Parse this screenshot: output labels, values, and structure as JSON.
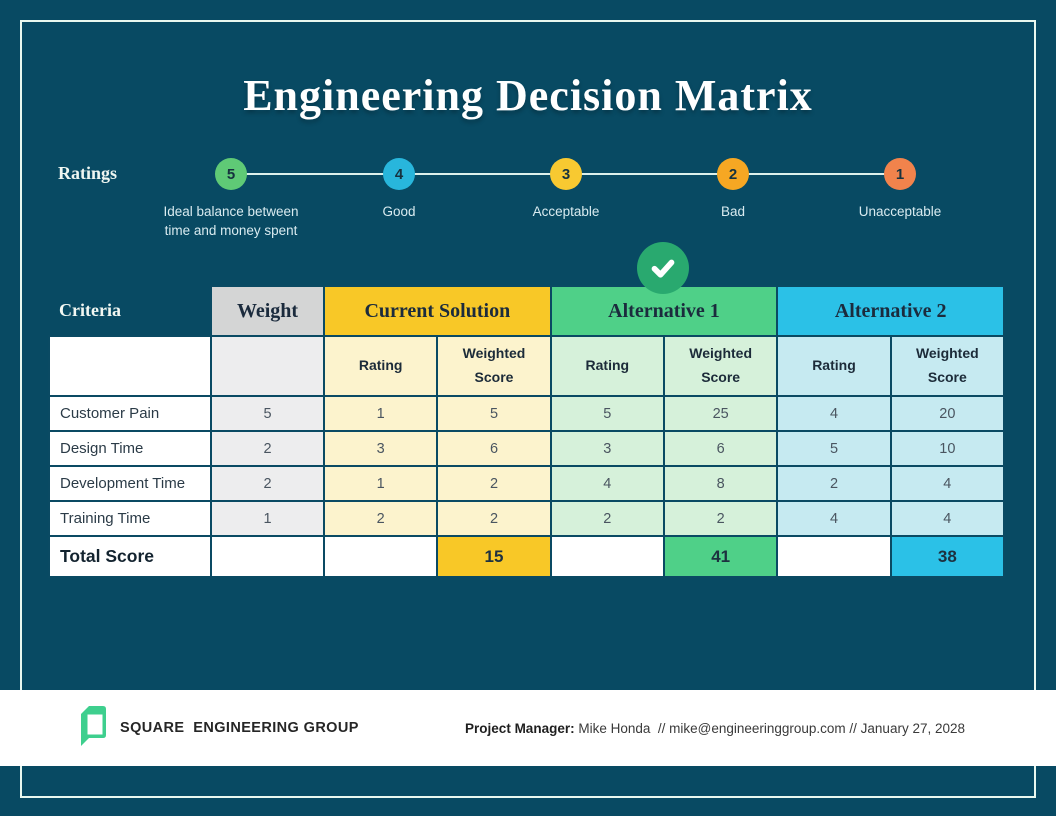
{
  "page": {
    "title": "Engineering Decision Matrix",
    "background_color": "#084a63",
    "frame_color": "#e9f8ef"
  },
  "ratings": {
    "label": "Ratings",
    "items": [
      {
        "value": "5",
        "label": "Ideal balance between time and money spent",
        "color": "#5fca76"
      },
      {
        "value": "4",
        "label": "Good",
        "color": "#28b6dc"
      },
      {
        "value": "3",
        "label": "Acceptable",
        "color": "#f8c931"
      },
      {
        "value": "2",
        "label": "Bad",
        "color": "#f6a723"
      },
      {
        "value": "1",
        "label": "Unacceptable",
        "color": "#f1834c"
      }
    ]
  },
  "table": {
    "criteria_label": "Criteria",
    "columns": [
      {
        "label": "Weight",
        "header_color": "#d4d5d5",
        "cell_color": "#ededee"
      },
      {
        "label": "Current Solution",
        "header_color": "#f8c827",
        "cell_color": "#fcf3cd"
      },
      {
        "label": "Alternative 1",
        "header_color": "#4fd088",
        "cell_color": "#d6f1da"
      },
      {
        "label": "Alternative 2",
        "header_color": "#2bc1e7",
        "cell_color": "#c6eaf1"
      }
    ],
    "subheaders": {
      "rating": "Rating",
      "weighted": "Weighted Score"
    },
    "rows": [
      {
        "criteria": "Customer Pain",
        "weight": "5",
        "cs": [
          "1",
          "5"
        ],
        "a1": [
          "5",
          "25"
        ],
        "a2": [
          "4",
          "20"
        ]
      },
      {
        "criteria": "Design Time",
        "weight": "2",
        "cs": [
          "3",
          "6"
        ],
        "a1": [
          "3",
          "6"
        ],
        "a2": [
          "5",
          "10"
        ]
      },
      {
        "criteria": "Development Time",
        "weight": "2",
        "cs": [
          "1",
          "2"
        ],
        "a1": [
          "4",
          "8"
        ],
        "a2": [
          "2",
          "4"
        ]
      },
      {
        "criteria": "Training Time",
        "weight": "1",
        "cs": [
          "2",
          "2"
        ],
        "a1": [
          "2",
          "2"
        ],
        "a2": [
          "4",
          "4"
        ]
      }
    ],
    "total": {
      "label": "Total Score",
      "cs": "15",
      "a1": "41",
      "a2": "38"
    },
    "recommended_badge_color": "#29a96f"
  },
  "footer": {
    "company": "SQUARE  ENGINEERING GROUP",
    "logo_color": "#3ecf8e",
    "manager_label": "Project Manager:",
    "manager_info": " Mike Honda  // mike@engineeringgroup.com // January 27, 2028"
  }
}
